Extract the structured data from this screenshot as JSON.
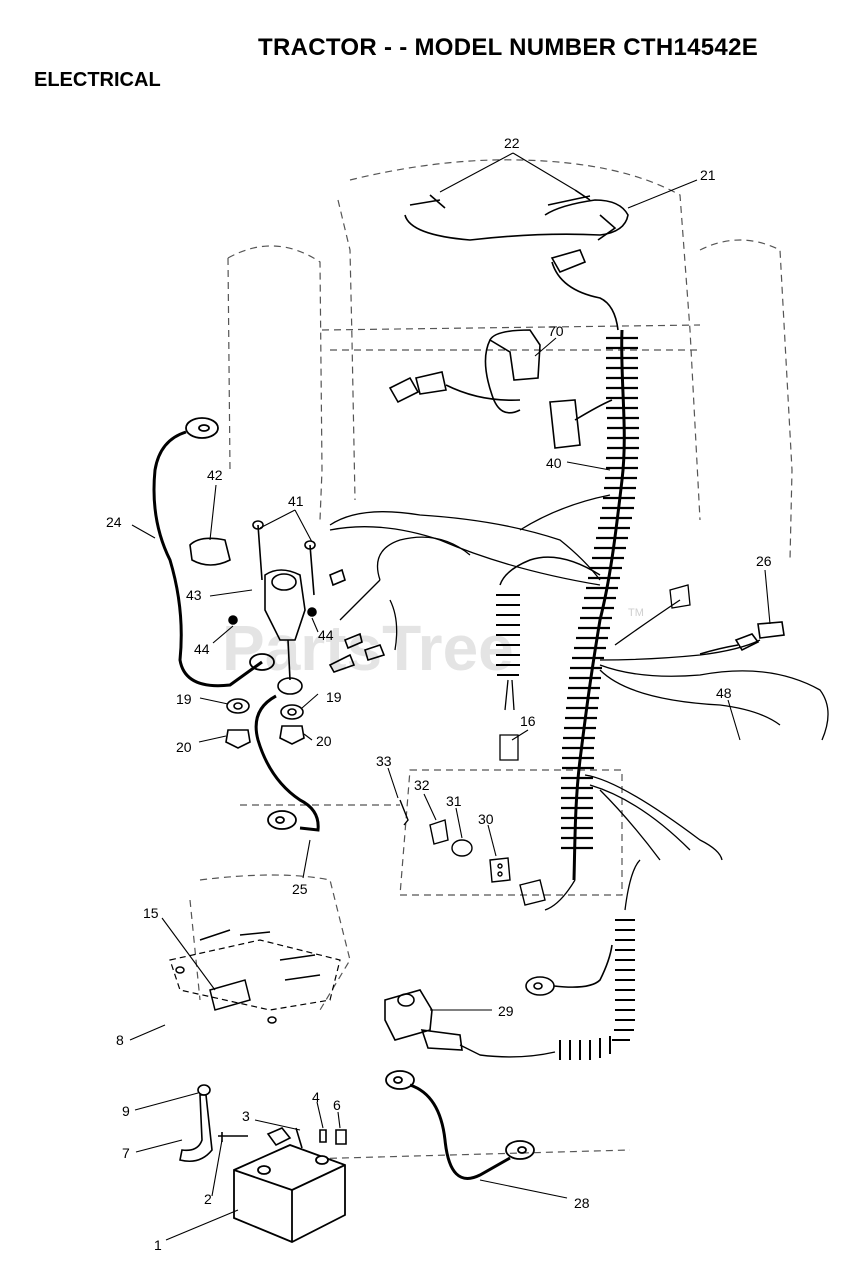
{
  "header": {
    "title": "TRACTOR - - MODEL NUMBER CTH14542E",
    "section": "ELECTRICAL"
  },
  "watermark": {
    "text": "PartsTree",
    "tm": "TM"
  },
  "callouts": [
    {
      "id": "c22",
      "text": "22"
    },
    {
      "id": "c21",
      "text": "21"
    },
    {
      "id": "c70",
      "text": "70"
    },
    {
      "id": "c40",
      "text": "40"
    },
    {
      "id": "c42",
      "text": "42"
    },
    {
      "id": "c41",
      "text": "41"
    },
    {
      "id": "c24",
      "text": "24"
    },
    {
      "id": "c43",
      "text": "43"
    },
    {
      "id": "c44a",
      "text": "44"
    },
    {
      "id": "c44b",
      "text": "44"
    },
    {
      "id": "c19a",
      "text": "19"
    },
    {
      "id": "c19b",
      "text": "19"
    },
    {
      "id": "c20a",
      "text": "20"
    },
    {
      "id": "c20b",
      "text": "20"
    },
    {
      "id": "c26",
      "text": "26"
    },
    {
      "id": "c48",
      "text": "48"
    },
    {
      "id": "c16",
      "text": "16"
    },
    {
      "id": "c33",
      "text": "33"
    },
    {
      "id": "c32",
      "text": "32"
    },
    {
      "id": "c31",
      "text": "31"
    },
    {
      "id": "c30",
      "text": "30"
    },
    {
      "id": "c25",
      "text": "25"
    },
    {
      "id": "c15",
      "text": "15"
    },
    {
      "id": "c8",
      "text": "8"
    },
    {
      "id": "c29",
      "text": "29"
    },
    {
      "id": "c9",
      "text": "9"
    },
    {
      "id": "c7",
      "text": "7"
    },
    {
      "id": "c3",
      "text": "3"
    },
    {
      "id": "c4",
      "text": "4"
    },
    {
      "id": "c6",
      "text": "6"
    },
    {
      "id": "c2",
      "text": "2"
    },
    {
      "id": "c1",
      "text": "1"
    },
    {
      "id": "c28",
      "text": "28"
    }
  ]
}
